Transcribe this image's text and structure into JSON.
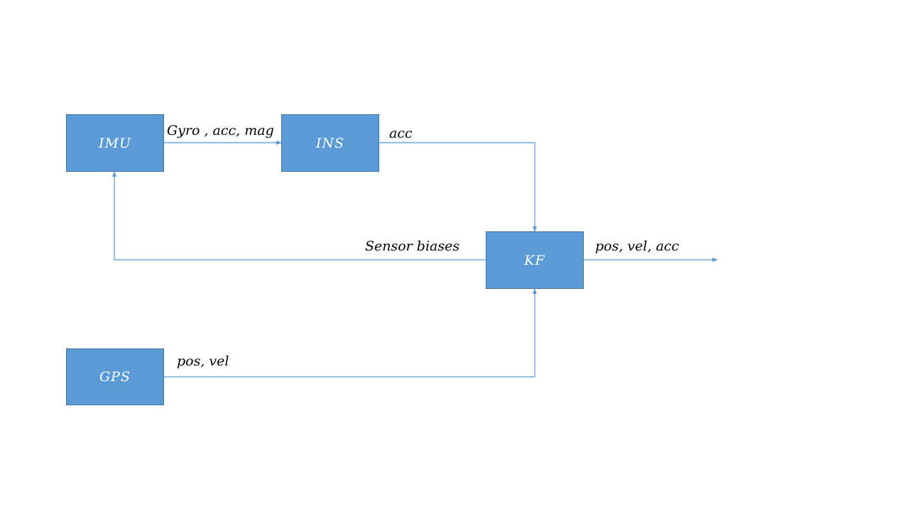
{
  "blocks": {
    "imu": "IMU",
    "ins": "INS",
    "kf": "KF",
    "gps": "GPS"
  },
  "signals": {
    "imu_to_ins": "Gyro , acc, mag",
    "ins_to_kf": "acc",
    "kf_to_imu": "Sensor biases",
    "kf_output": "pos, vel, acc",
    "gps_to_kf": "pos, vel"
  },
  "colors": {
    "block_fill": "#5b9bd5",
    "block_border": "#41719c",
    "wire": "#5b9bd5"
  }
}
